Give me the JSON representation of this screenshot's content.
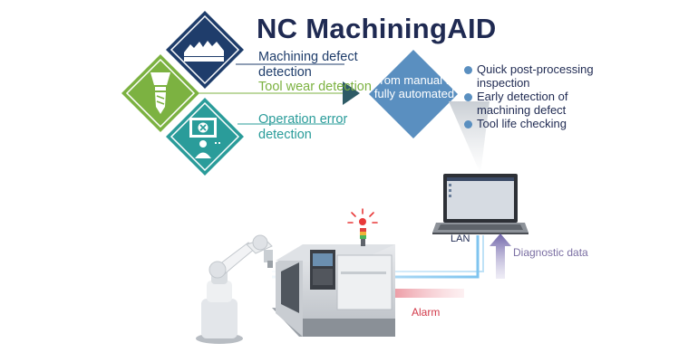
{
  "title": "NC MachiningAID",
  "features": [
    {
      "label": "Machining defect detection",
      "color": "#1f3d6b"
    },
    {
      "label": "Tool wear detection",
      "color": "#7cb241"
    },
    {
      "label": "Operation error detection",
      "color": "#2a9c9a"
    }
  ],
  "automation": {
    "label": "From manual to fully automated"
  },
  "benefits": [
    "Quick post-processing inspection",
    "Early detection of machining defect",
    "Tool life checking"
  ],
  "labels": {
    "lan": "LAN",
    "diagnostic": "Diagnostic data",
    "alarm": "Alarm"
  },
  "colors": {
    "navy": "#1f3d6b",
    "green": "#7cb241",
    "teal": "#2a9c9a",
    "blue": "#5a8fc0",
    "alarm_red": "#d23a4a",
    "diag_purple": "#7b6fa3"
  }
}
